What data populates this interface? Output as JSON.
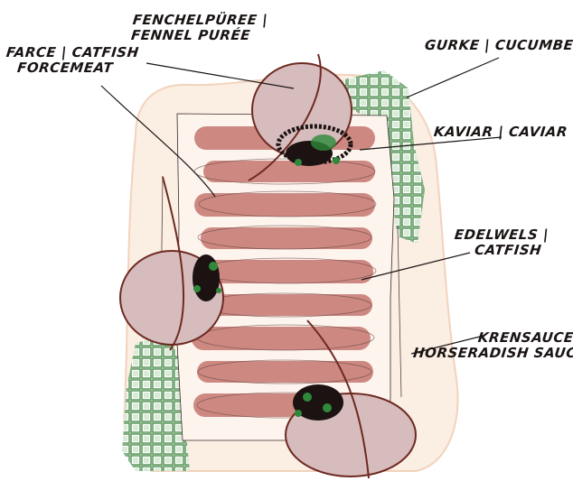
{
  "labels": {
    "fennel": {
      "line1": "FENCHELPÜREE |",
      "line2": "FENNEL PURÉE"
    },
    "farce": {
      "line1": "FARCE | CATFISH",
      "line2": "FORCEMEAT"
    },
    "cucumber": {
      "line1": "GURKE | CUCUMBER"
    },
    "caviar": {
      "line1": "KAVIAR | CAVIAR"
    },
    "catfish": {
      "line1": "EDELWELS |",
      "line2": "CATFISH"
    },
    "horseradish": {
      "line1": "KRENSAUCE |",
      "line2": "HORSERADISH SAUCE"
    }
  },
  "colors": {
    "plate": "#fbeee3",
    "plate_edge": "#f2d3bd",
    "fish_stripe": "#c98178",
    "fish_light": "#e8c2b9",
    "puree_dot": "#d6bcbc",
    "puree_edge": "#6e2a22",
    "cucumber": "#5a9a62",
    "caviar": "#1c1212",
    "herb": "#2e8a3a",
    "ink": "#1a1414"
  }
}
